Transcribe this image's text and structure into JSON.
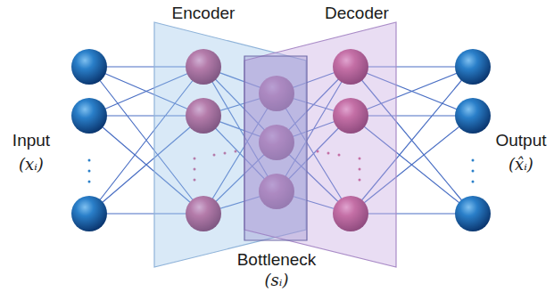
{
  "diagram": {
    "nodes": [
      {
        "text": [
          "Encoder"
        ]
      },
      {
        "text": [
          "Decoder"
        ]
      },
      {
        "text": [
          "Bottleneck",
          "(sᵢ)"
        ]
      }
    ],
    "labels": [
      "Input",
      "(xᵢ)",
      "Output",
      "(x̂ᵢ)"
    ]
  }
}
